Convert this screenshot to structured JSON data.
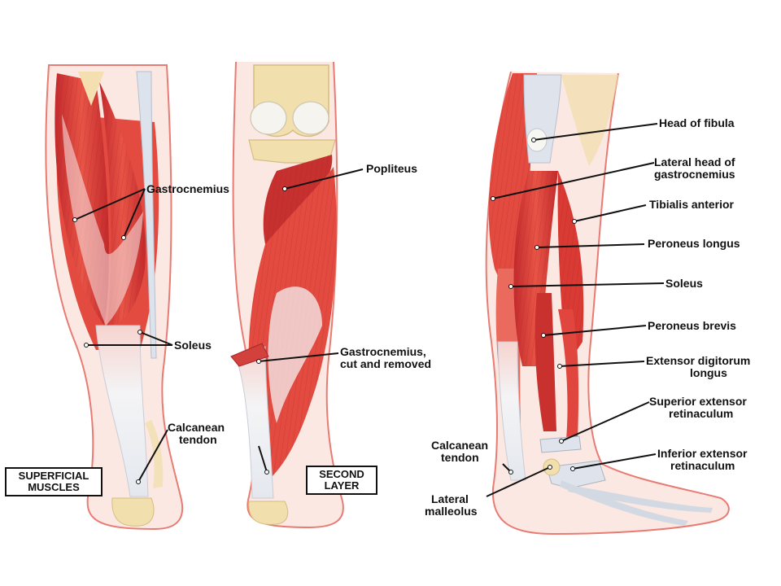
{
  "panels": {
    "superficial": {
      "box_line1": "SUPERFICIAL",
      "box_line2": "MUSCLES"
    },
    "second": {
      "box_line1": "SECOND",
      "box_line2": "LAYER"
    }
  },
  "labels": {
    "gastrocnemius": "Gastrocnemius",
    "soleus": "Soleus",
    "calcanean_left_1": "Calcanean",
    "calcanean_left_2": "tendon",
    "popliteus": "Popliteus",
    "gastro_cut_1": "Gastrocnemius,",
    "gastro_cut_2": "cut and removed",
    "head_of_fibula": "Head of fibula",
    "lateral_head_1": "Lateral head of",
    "lateral_head_2": "gastrocnemius",
    "tibialis_anterior": "Tibialis anterior",
    "peroneus_longus": "Peroneus longus",
    "soleus_right": "Soleus",
    "peroneus_brevis": "Peroneus brevis",
    "extensor_dig_1": "Extensor digitorum",
    "extensor_dig_2": "longus",
    "sup_ret_1": "Superior extensor",
    "sup_ret_2": "retinaculum",
    "inf_ret_1": "Inferior extensor",
    "inf_ret_2": "retinaculum",
    "calcanean_right_1": "Calcanean",
    "calcanean_right_2": "tendon",
    "lateral_malleolus_1": "Lateral",
    "lateral_malleolus_2": "malleolus"
  },
  "colors": {
    "muscle": "#e0443c",
    "muscle_dark": "#b8262a",
    "muscle_light": "#f29a8e",
    "tendon": "#eceff3",
    "bone": "#f1dfae",
    "skin": "#fbe9e4",
    "outline": "#e87b73"
  }
}
